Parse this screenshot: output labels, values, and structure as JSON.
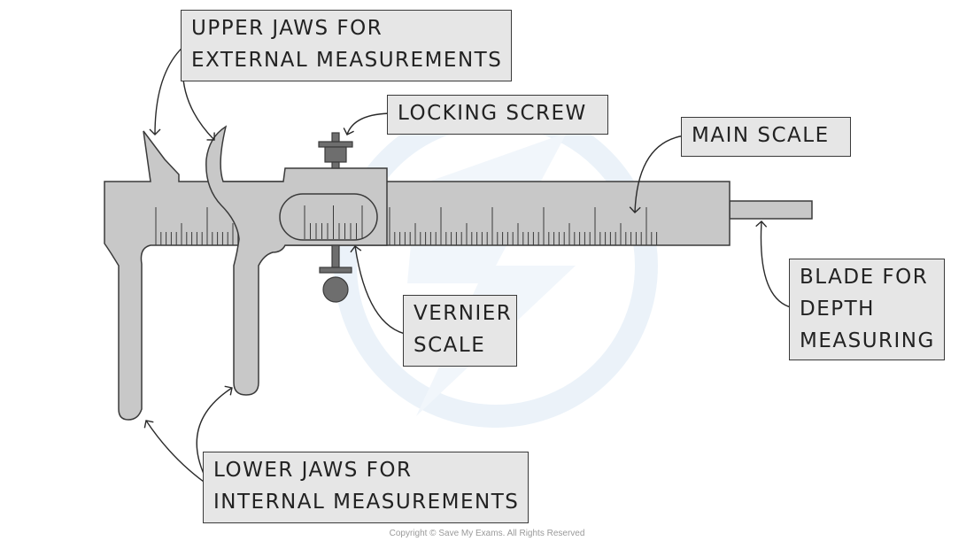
{
  "labels": {
    "upper_jaws": [
      "UPPER JAWS FOR",
      "EXTERNAL MEASUREMENTS"
    ],
    "locking_screw": [
      "LOCKING SCREW"
    ],
    "main_scale": [
      "MAIN SCALE"
    ],
    "blade": [
      "BLADE FOR",
      "DEPTH",
      "MEASURING"
    ],
    "vernier_scale": [
      "VERNIER",
      "SCALE"
    ],
    "lower_jaws": [
      "LOWER JAWS FOR",
      "INTERNAL MEASUREMENTS"
    ]
  },
  "copyright": "Copyright © Save My Exams. All Rights Reserved",
  "colors": {
    "body_fill": "#c8c8c8",
    "outline": "#3a3a3a",
    "label_fill": "#e6e6e6",
    "screw_fill": "#6e6e6e",
    "watermark": "#dbe9f5"
  }
}
